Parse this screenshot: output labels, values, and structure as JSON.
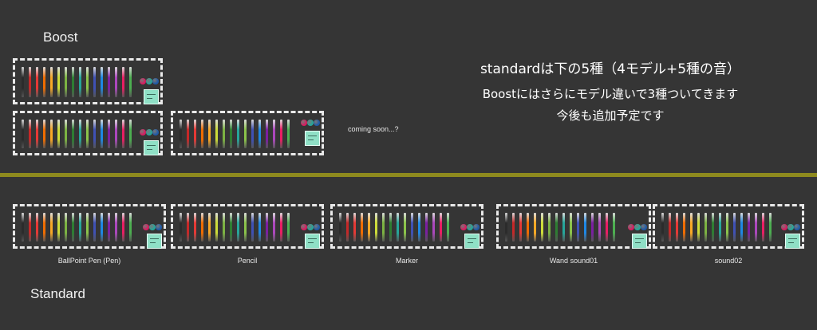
{
  "boost_label": "Boost",
  "standard_label": "Standard",
  "info": {
    "line1": "standardは下の5種（4モデル+5種の音）",
    "line2": "Boostにはさらにモデル違いで3種ついてきます",
    "line3": "今後も追加予定です"
  },
  "coming_soon": "coming soon...?",
  "captions": {
    "ballpoint": "BallPoint Pen (Pen)",
    "pencil": "Pencil",
    "marker": "Marker",
    "wand": "Wand sound01",
    "sound02": "sound02"
  },
  "colors": {
    "background": "#353535",
    "divider": "#8e8a1e",
    "frame": "#e9e9e9",
    "card": "#8fe0c6",
    "pens": [
      "#2b2b2b",
      "#c62828",
      "#e53935",
      "#ef6c00",
      "#f9a825",
      "#cddc39",
      "#7cb342",
      "#2e7d32",
      "#26a69a",
      "#8bc34a",
      "#3f51b5",
      "#1e88e5",
      "#7b1fa2",
      "#ab47bc",
      "#e91e63",
      "#4caf50"
    ],
    "balls": [
      "#d81b60",
      "#26a69a",
      "#1e5aa8"
    ]
  }
}
